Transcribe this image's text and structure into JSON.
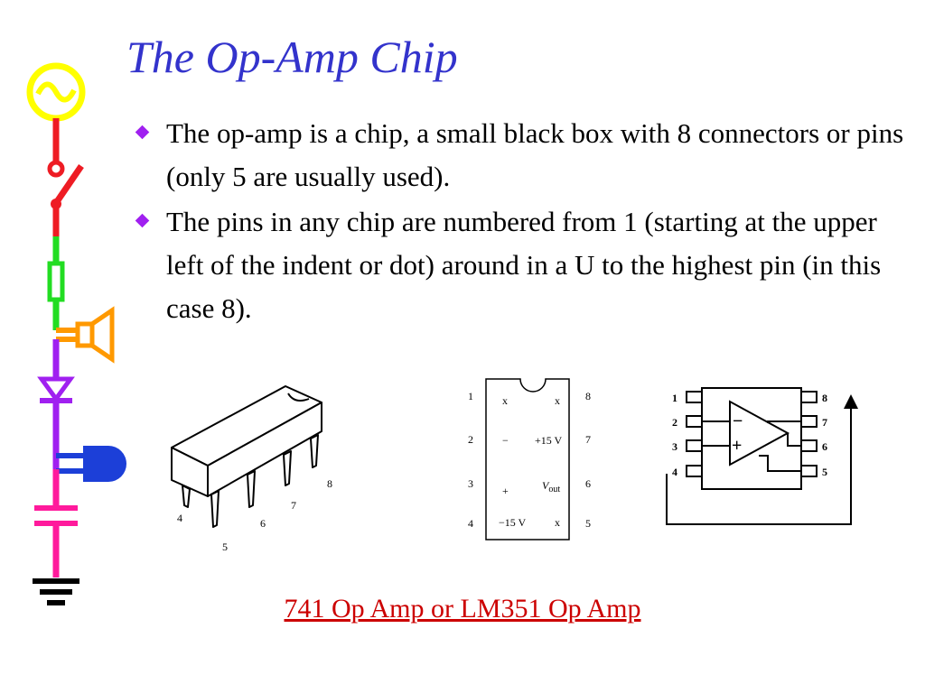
{
  "slide": {
    "title": "The Op-Amp Chip",
    "bullets": [
      "The op-amp is a chip, a small black box with 8 connectors or pins  (only 5 are usually used).",
      "The pins in any chip are numbered from 1 (starting at the upper left of the indent or dot) around in a U to the highest pin (in this case 8)."
    ],
    "link_text": "741 Op Amp or LM351 Op Amp"
  },
  "chip_drawing": {
    "pin_labels": [
      "4",
      "5",
      "6",
      "7",
      "8"
    ]
  },
  "pinout": {
    "left_pins": [
      "1",
      "2",
      "3",
      "4"
    ],
    "right_pins": [
      "8",
      "7",
      "6",
      "5"
    ],
    "left_functions": [
      "x",
      "−",
      "+",
      "−15 V"
    ],
    "right_functions": [
      "x",
      "+15 V",
      "out",
      "x"
    ],
    "vout_symbol": "V"
  },
  "schematic": {
    "left_pins": [
      "1",
      "2",
      "3",
      "4"
    ],
    "right_pins": [
      "8",
      "7",
      "6",
      "5"
    ],
    "inverting_symbol": "−",
    "noninverting_symbol": "+"
  },
  "colors": {
    "title": "#3333cc",
    "bullet": "#a020f0",
    "link": "#cc0000"
  }
}
